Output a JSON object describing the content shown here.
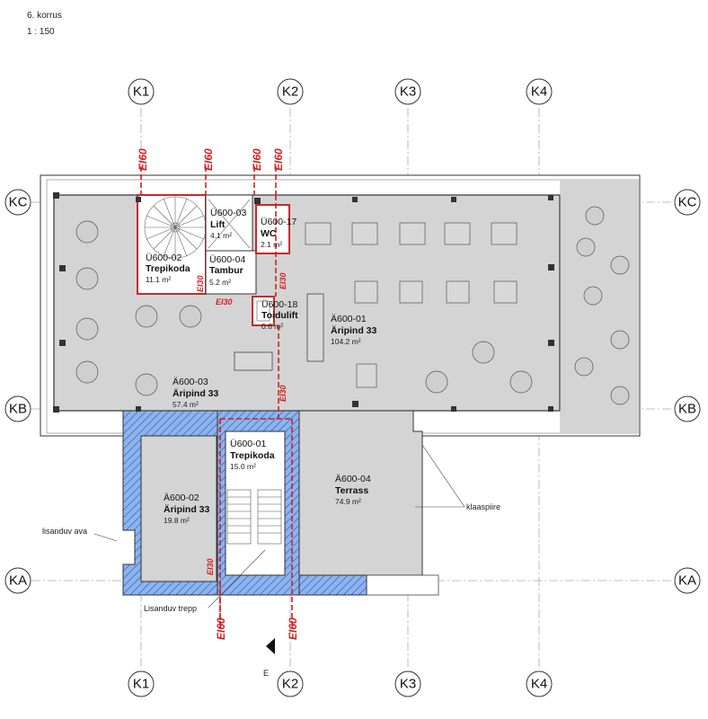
{
  "header": {
    "floor": "6. korrus",
    "scale": "1 : 150"
  },
  "grid": {
    "top": [
      "K1",
      "K2",
      "K3",
      "K4"
    ],
    "bottom": [
      "K1",
      "K2",
      "K3",
      "K4"
    ],
    "left": [
      "KC",
      "KB",
      "KA"
    ],
    "right": [
      "KC",
      "KB",
      "KA"
    ]
  },
  "rooms": {
    "u600_02": {
      "code": "Ü600-02",
      "name": "Trepikoda",
      "area": "11.1 m²"
    },
    "u600_03": {
      "code": "Ü600-03",
      "name": "Lift",
      "area": "4.1 m²"
    },
    "u600_04": {
      "code": "Ü600-04",
      "name": "Tambur",
      "area": "5.2 m²"
    },
    "u600_17": {
      "code": "Ü600-17",
      "name": "WC",
      "area": "2.1 m²"
    },
    "u600_18": {
      "code": "Ü600-18",
      "name": "Toidulift",
      "area": "0.6 m²"
    },
    "a600_01": {
      "code": "Ä600-01",
      "name": "Äripind 33",
      "area": "104.2 m²"
    },
    "a600_03": {
      "code": "Ä600-03",
      "name": "Äripind 33",
      "area": "57.4 m²"
    },
    "u600_01": {
      "code": "Ü600-01",
      "name": "Trepikoda",
      "area": "15.0 m²"
    },
    "a600_02": {
      "code": "Ä600-02",
      "name": "Äripind 33",
      "area": "19.8 m²"
    },
    "a600_04": {
      "code": "Ä600-04",
      "name": "Terrass",
      "area": "74.9 m²"
    }
  },
  "fire_ratings": {
    "ei60": "EI60",
    "ei30": "EI30"
  },
  "notes": {
    "glass_rail": "klaaspiire",
    "extra_opening": "lisanduv ava",
    "extra_stair": "Lisanduv trepp",
    "north": "E"
  },
  "colors": {
    "fire": "#d21f1f",
    "hatch": "#2f6fd0",
    "floor": "#cfcfcf"
  }
}
